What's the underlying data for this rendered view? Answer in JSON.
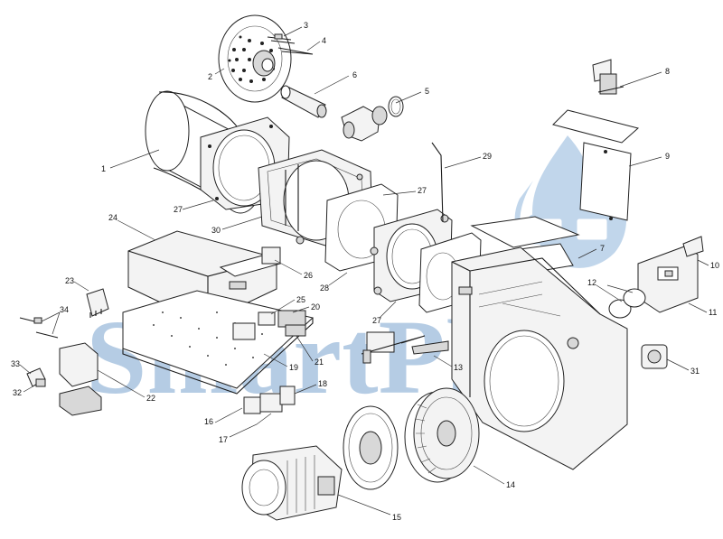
{
  "watermark": {
    "text": "SmartPlant",
    "color": "#7aa4cf"
  },
  "callouts": [
    {
      "id": "c1",
      "label": "1"
    },
    {
      "id": "c2",
      "label": "2"
    },
    {
      "id": "c3",
      "label": "3"
    },
    {
      "id": "c4",
      "label": "4"
    },
    {
      "id": "c5",
      "label": "5"
    },
    {
      "id": "c6",
      "label": "6"
    },
    {
      "id": "c7",
      "label": "7"
    },
    {
      "id": "c8",
      "label": "8"
    },
    {
      "id": "c9",
      "label": "9"
    },
    {
      "id": "c10",
      "label": "10"
    },
    {
      "id": "c11",
      "label": "11"
    },
    {
      "id": "c12",
      "label": "12"
    },
    {
      "id": "c13",
      "label": "13"
    },
    {
      "id": "c14",
      "label": "14"
    },
    {
      "id": "c15",
      "label": "15"
    },
    {
      "id": "c16",
      "label": "16"
    },
    {
      "id": "c17",
      "label": "17"
    },
    {
      "id": "c18",
      "label": "18"
    },
    {
      "id": "c19",
      "label": "19"
    },
    {
      "id": "c20",
      "label": "20"
    },
    {
      "id": "c21",
      "label": "21"
    },
    {
      "id": "c22",
      "label": "22"
    },
    {
      "id": "c23",
      "label": "23"
    },
    {
      "id": "c24",
      "label": "24"
    },
    {
      "id": "c25",
      "label": "25"
    },
    {
      "id": "c26",
      "label": "26"
    },
    {
      "id": "c27a",
      "label": "27"
    },
    {
      "id": "c27b",
      "label": "27"
    },
    {
      "id": "c27c",
      "label": "27"
    },
    {
      "id": "c28",
      "label": "28"
    },
    {
      "id": "c29",
      "label": "29"
    },
    {
      "id": "c30",
      "label": "30"
    },
    {
      "id": "c31",
      "label": "31"
    },
    {
      "id": "c32",
      "label": "32"
    },
    {
      "id": "c33",
      "label": "33"
    },
    {
      "id": "c34",
      "label": "34"
    }
  ]
}
